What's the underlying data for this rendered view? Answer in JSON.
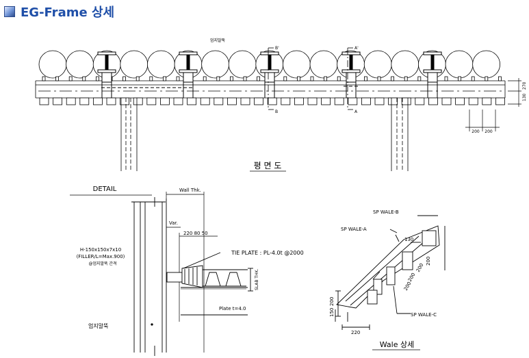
{
  "header": {
    "title": "EG-Frame 상세"
  },
  "plan": {
    "top_label": "엄지말뚝",
    "section_b_top": "B'",
    "section_b_bottom": "B",
    "section_a_top": "A'",
    "section_a_bottom": "A",
    "dim_130": "130",
    "dim_270": "270",
    "dim_200_left": "200",
    "dim_200_right": "200",
    "caption": "평 면 도"
  },
  "detail": {
    "title": "DETAIL",
    "wall_thk": "Wall Thk.",
    "var": "Var.",
    "dims": "220  80 50",
    "tie_plate": "TIE PLATE : PL-4.0t @2000",
    "slab_thk": "SLAB THK.",
    "h_beam_line1": "H-150x150x7x10",
    "h_beam_line2": "(FILLER/L=Max.900)",
    "h_beam_line3": "@엄지말뚝 간격",
    "plate": "Plate t=4.0",
    "pile_label": "엄지말뚝"
  },
  "wale": {
    "wale_b": "SP WALE-B",
    "wale_a": "SP WALE-A",
    "wale_c": "SP WALE-C",
    "dim_130": "130",
    "dim_200_v": "200",
    "dim_200_d1": "200",
    "dim_200_d2": "200",
    "dim_200_d3": "200",
    "dim_150": "150",
    "dim_200_left": "200",
    "dim_220": "220",
    "caption": "Wale 상세"
  }
}
